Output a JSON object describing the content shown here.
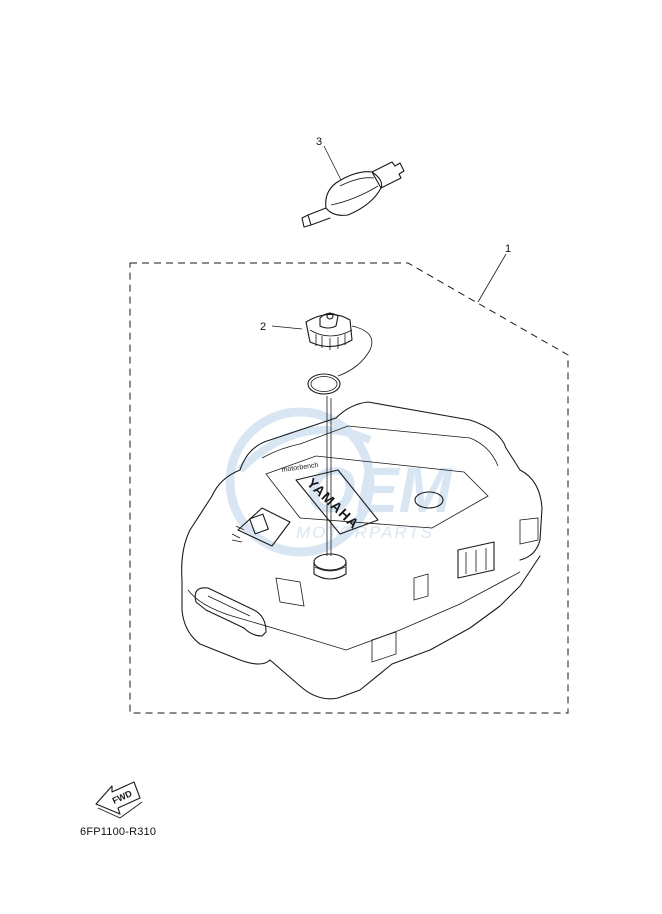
{
  "diagram": {
    "callouts": {
      "part1": "1",
      "part2": "2",
      "part3": "3"
    },
    "fwd_label": "FWD",
    "tank_brand_text": "YAMAHA",
    "tank_small_text": "motorbench",
    "watermark": {
      "main": "OEM",
      "sub": "MOTORPARTS",
      "color": "#b9d3ec"
    },
    "diagram_code": "6FP1100-R310"
  }
}
